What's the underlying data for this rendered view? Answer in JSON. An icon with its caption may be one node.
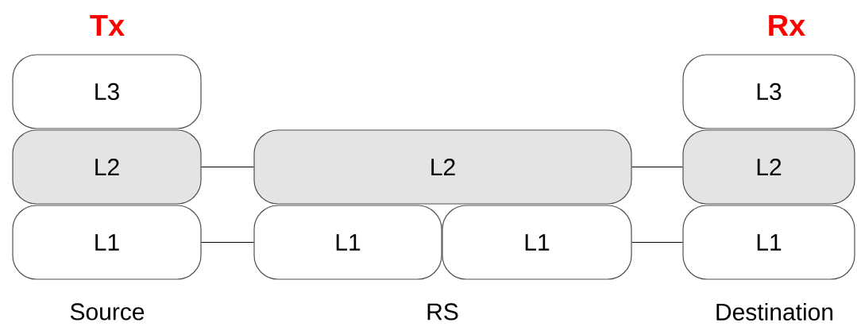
{
  "diagram": {
    "nodes": [
      {
        "text": [
          "L3"
        ]
      },
      {
        "text": [
          "L2"
        ]
      },
      {
        "text": [
          "L1"
        ]
      },
      {
        "text": [
          "L2"
        ]
      },
      {
        "text": [
          "L1"
        ]
      },
      {
        "text": [
          "L1"
        ]
      },
      {
        "text": [
          "L3"
        ]
      },
      {
        "text": [
          "L2"
        ]
      },
      {
        "text": [
          "L1"
        ]
      }
    ],
    "edges": [
      {
        "from": 1,
        "to": 3,
        "arrow": "none"
      },
      {
        "from": 2,
        "to": 4,
        "arrow": "none"
      },
      {
        "from": 3,
        "to": 7,
        "arrow": "none"
      },
      {
        "from": 5,
        "to": 8,
        "arrow": "none"
      }
    ],
    "labels": [
      "Tx",
      "Rx",
      "Source",
      "RS",
      "Destination"
    ]
  }
}
